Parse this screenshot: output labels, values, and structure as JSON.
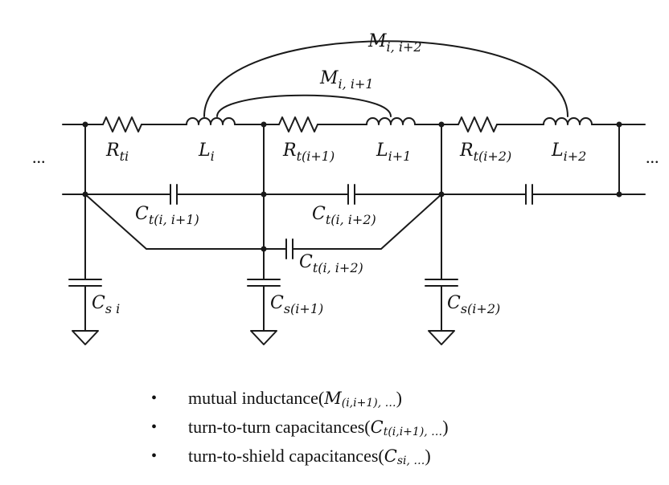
{
  "diagram": {
    "ellipsis_left": "...",
    "ellipsis_right": "...",
    "labels": {
      "R_ti": {
        "main": "R",
        "sub": "ti"
      },
      "L_i": {
        "main": "L",
        "sub": "i"
      },
      "R_t_i1": {
        "main": "R",
        "sub": "t(i+1)"
      },
      "L_i1": {
        "main": "L",
        "sub": "i+1"
      },
      "R_t_i2": {
        "main": "R",
        "sub": "t(i+2)"
      },
      "L_i2": {
        "main": "L",
        "sub": "i+2"
      },
      "M_i_i1": {
        "main": "M",
        "sub": "i, i+1"
      },
      "M_i_i2": {
        "main": "M",
        "sub": "i, i+2"
      },
      "C_t_i_i1": {
        "main": "C",
        "sub": "t(i, i+1)"
      },
      "C_t_i_i2_top": {
        "main": "C",
        "sub": "t(i, i+2)"
      },
      "C_t_i_i2_bot": {
        "main": "C",
        "sub": "t(i, i+2)"
      },
      "C_s_i": {
        "main": "C",
        "sub": "s i"
      },
      "C_s_i1": {
        "main": "C",
        "sub": "s(i+1)"
      },
      "C_s_i2": {
        "main": "C",
        "sub": "s(i+2)"
      }
    }
  },
  "legend": [
    {
      "bullet": "•",
      "text": "mutual inductance",
      "open": " (",
      "sym": "M",
      "sub": "(i,i+1), …",
      "close": ")"
    },
    {
      "bullet": "•",
      "text": "turn-to-turn capacitances",
      "open": " (",
      "sym": "C",
      "sub": "t(i,i+1), …",
      "close": ")"
    },
    {
      "bullet": "•",
      "text": "turn-to-shield capacitances",
      "open": " (",
      "sym": "C",
      "sub": "si, …",
      "close": ")"
    }
  ]
}
